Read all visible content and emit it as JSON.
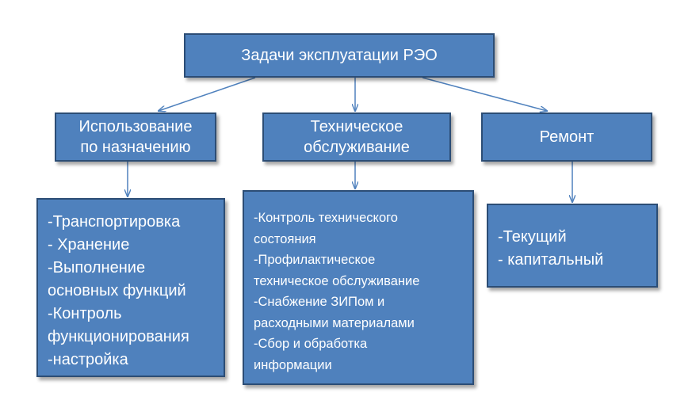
{
  "diagram": {
    "title": "Задачи эксплуатации РЭО",
    "branches": [
      {
        "heading_lines": [
          "Использование",
          "по назначению"
        ],
        "items": [
          "-Транспортировка",
          "- Хранение",
          "-Выполнение",
          "основных функций",
          "-Контроль",
          "функционирования",
          "-настройка"
        ]
      },
      {
        "heading_lines": [
          "Техническое",
          "обслуживание"
        ],
        "items": [
          "-Контроль технического",
          "состояния",
          "-Профилактическое",
          "техническое обслуживание",
          "-Снабжение ЗИПом и",
          "расходными материалами",
          "-Сбор и обработка",
          "информации"
        ]
      },
      {
        "heading_lines": [
          "Ремонт"
        ],
        "items": [
          "-Текущий",
          "- капитальный"
        ]
      }
    ]
  },
  "colors": {
    "box_fill": "#4f81bd",
    "box_border": "#2c4d75",
    "text": "#ffffff",
    "connector": "#4f81bd"
  }
}
